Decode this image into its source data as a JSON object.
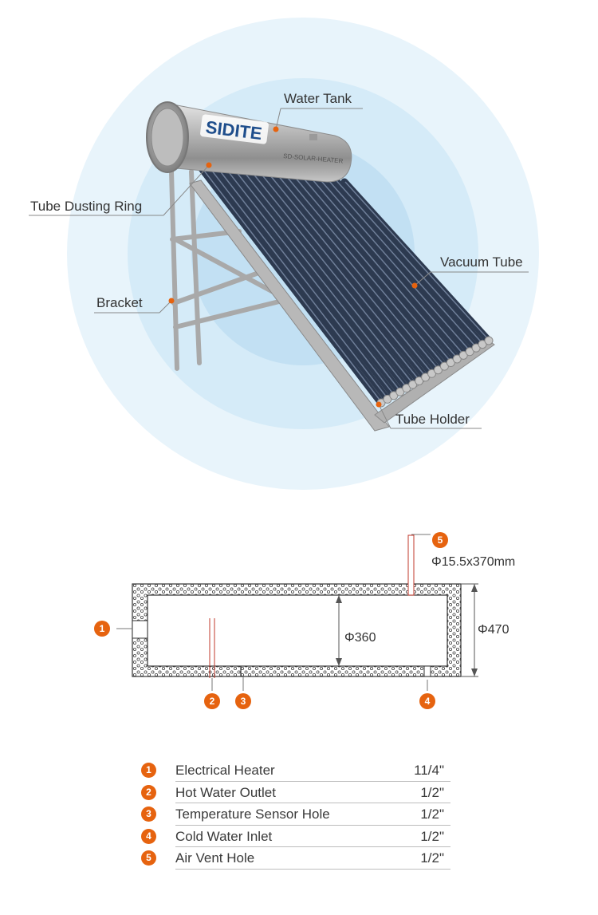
{
  "brand": {
    "logo_text": "SIDITE"
  },
  "labels": {
    "water_tank": "Water Tank",
    "tube_dusting_ring": "Tube Dusting Ring",
    "vacuum_tube": "Vacuum Tube",
    "bracket": "Bracket",
    "tube_holder": "Tube Holder"
  },
  "dimensions": {
    "vent_pipe": "Φ15.5x370mm",
    "inner_diameter": "Φ360",
    "outer_diameter": "Φ470"
  },
  "markers": [
    "1",
    "2",
    "3",
    "4",
    "5"
  ],
  "specs": [
    {
      "num": "1",
      "name": "Electrical Heater",
      "size": "11/4\""
    },
    {
      "num": "2",
      "name": "Hot Water Outlet",
      "size": "1/2\""
    },
    {
      "num": "3",
      "name": "Temperature Sensor Hole",
      "size": "1/2\""
    },
    {
      "num": "4",
      "name": "Cold Water Inlet",
      "size": "1/2\""
    },
    {
      "num": "5",
      "name": "Air Vent Hole",
      "size": "1/2\""
    }
  ],
  "colors": {
    "accent": "#e6630f",
    "outer_halo": "#e8f4fb",
    "mid_halo": "#d5ebf8",
    "inner_halo": "#c2e0f3"
  }
}
